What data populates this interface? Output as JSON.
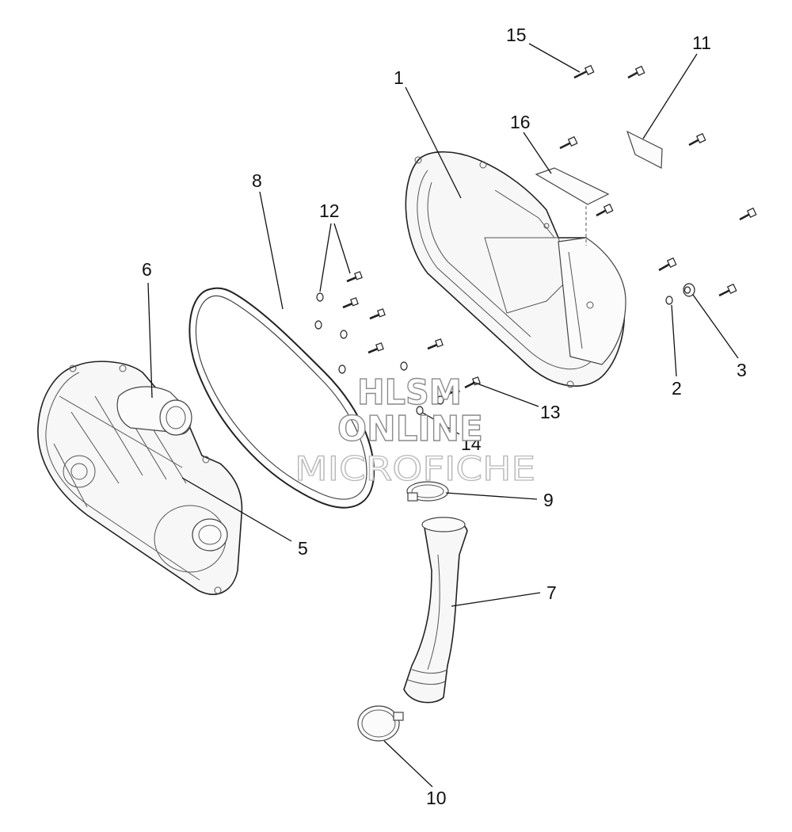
{
  "callouts": {
    "c1": "1",
    "c2": "2",
    "c3": "3",
    "c5": "5",
    "c6": "6",
    "c7": "7",
    "c8": "8",
    "c9": "9",
    "c10": "10",
    "c11": "11",
    "c12": "12",
    "c13": "13",
    "c14": "14",
    "c15": "15",
    "c16": "16"
  },
  "watermark": {
    "line1": "HLSM",
    "line2": "ONLINE",
    "line3": "MICROFICHE"
  },
  "colors": {
    "line": "#111111",
    "watermark_stroke": "#8a8a8a",
    "background": "#ffffff"
  }
}
